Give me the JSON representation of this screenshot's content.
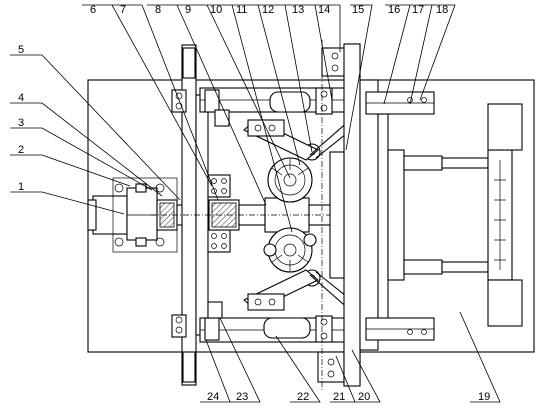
{
  "figure": {
    "part_labels": [
      "1",
      "2",
      "3",
      "4",
      "5",
      "6",
      "7",
      "8",
      "9",
      "10",
      "11",
      "12",
      "13",
      "14",
      "15",
      "16",
      "17",
      "18",
      "19",
      "20",
      "21",
      "22",
      "23",
      "24"
    ]
  }
}
